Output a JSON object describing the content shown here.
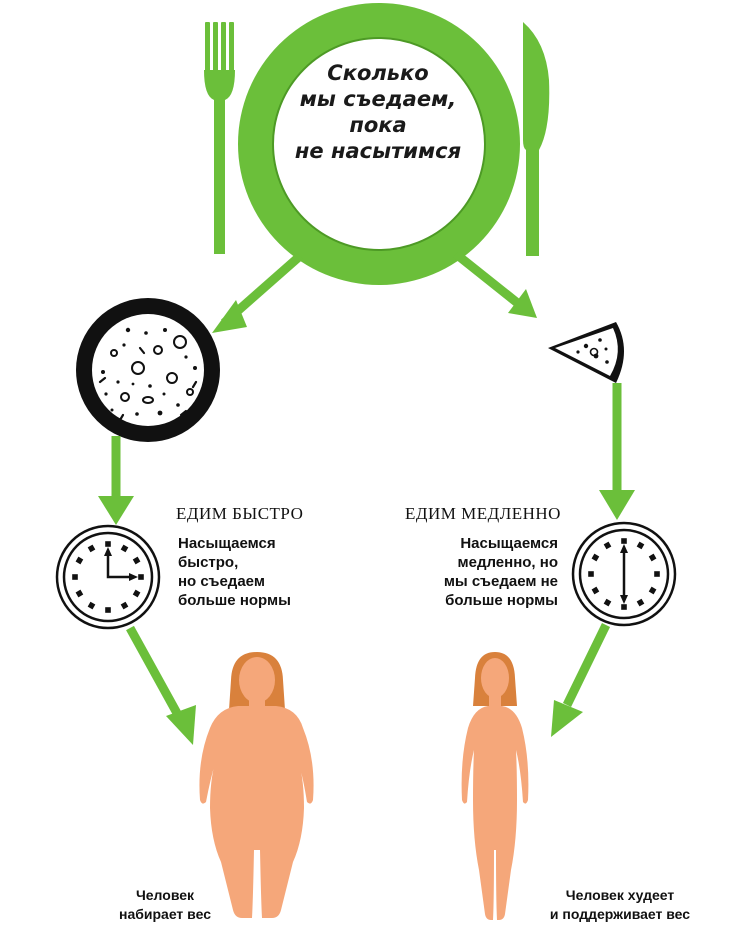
{
  "plate": {
    "lines": [
      "Сколько",
      "мы съедаем,",
      "пока",
      "не насытимся"
    ]
  },
  "fast": {
    "title": "ЕДИМ БЫСТРО",
    "lines": [
      "Насыщаемся",
      "быстро,",
      "но съедаем",
      "больше нормы"
    ],
    "result": [
      "Человек",
      "набирает вес"
    ]
  },
  "slow": {
    "title": "ЕДИМ МЕДЛЕННО",
    "lines": [
      "Насыщаемся",
      "медленно,  но",
      "мы съедаем не",
      "больше нормы"
    ],
    "result": [
      "Человек худеет",
      "и поддерживает вес"
    ]
  },
  "colors": {
    "accent": "#6bbf3a",
    "body": "#f5a77a",
    "hair": "#d9813c",
    "ink": "#111111"
  },
  "icons": [
    "fork-icon",
    "plate-icon",
    "knife-icon",
    "whole-pizza-icon",
    "pizza-slice-icon",
    "clock-fast-icon",
    "clock-slow-icon",
    "person-heavy-icon",
    "person-slim-icon"
  ]
}
